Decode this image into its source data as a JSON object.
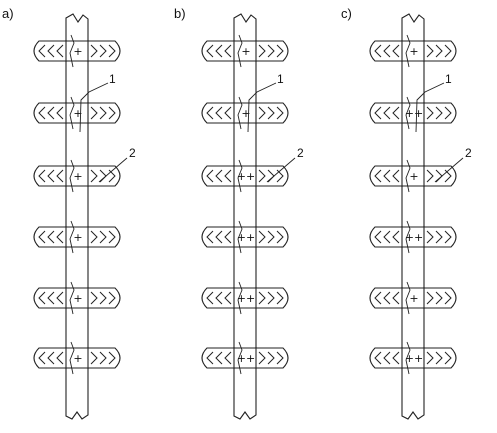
{
  "diagram": {
    "panels": [
      {
        "label": "a)",
        "ring_marks": [
          "+",
          "+",
          "+",
          "+",
          "+",
          "+"
        ],
        "callouts": [
          "1",
          "2"
        ]
      },
      {
        "label": "b)",
        "ring_marks": [
          "+",
          "+",
          "++",
          "++",
          "++",
          "++"
        ],
        "callouts": [
          "1",
          "2"
        ]
      },
      {
        "label": "c)",
        "ring_marks": [
          "+",
          "++",
          "+",
          "++",
          "+",
          "++"
        ],
        "callouts": [
          "1",
          "2"
        ]
      }
    ]
  }
}
